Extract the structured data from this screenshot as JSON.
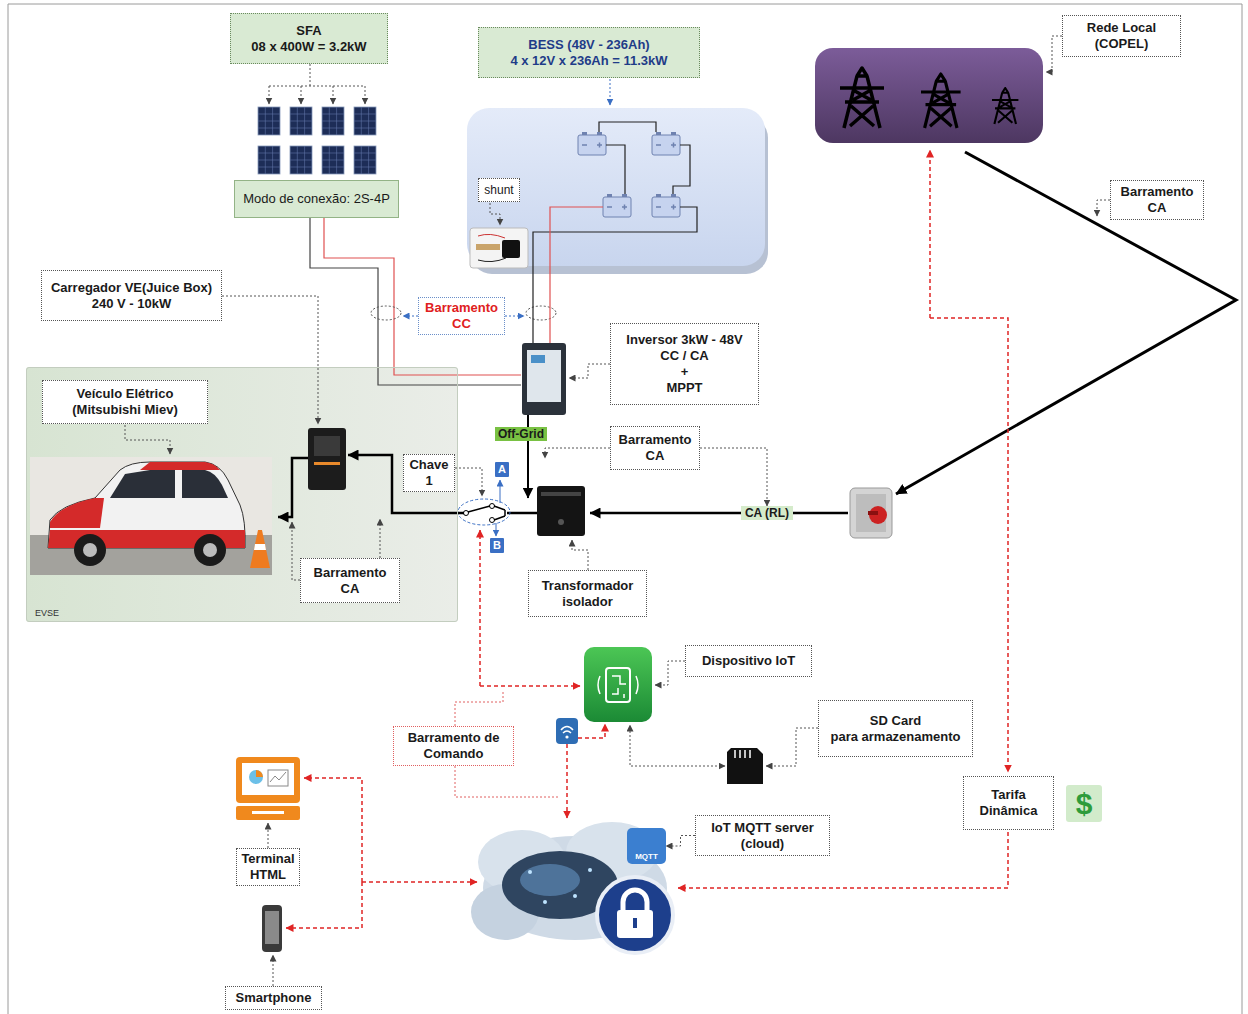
{
  "diagram": {
    "nodes": [
      {
        "text": [
          "SFA",
          "08 x 400W = 3.2kW"
        ]
      },
      {
        "text": [
          "Rede Local (COPEL)"
        ]
      },
      {
        "text": [
          "BESS (48V - 236Ah)",
          "4 x 12V x 236Ah = 11.3kW"
        ]
      },
      {
        "text": [
          "shunt"
        ]
      },
      {
        "text": [
          "Modo de conexão: 2S-4P"
        ]
      },
      {
        "text": [
          "Barramento CA"
        ]
      },
      {
        "text": [
          "Carregador VE(Juice Box)",
          "240 V - 10kW"
        ]
      },
      {
        "text": [
          "Barramento CC"
        ]
      },
      {
        "text": [
          "Inversor 3kW - 48V",
          "CC / CA",
          "+",
          "MPPT"
        ]
      },
      {
        "text": [
          "EVSE"
        ]
      },
      {
        "text": [
          "Veículo Elétrico (Mitsubishi Miev)"
        ],
        "in": 9
      },
      {
        "text": [
          "Off-Grid"
        ]
      },
      {
        "text": [
          "Barramento CA"
        ]
      },
      {
        "text": [
          "Chave 1"
        ]
      },
      {
        "text": [
          "A"
        ]
      },
      {
        "text": [
          "CA (RL)"
        ]
      },
      {
        "text": [
          "B"
        ]
      },
      {
        "text": [
          "Barramento CA"
        ],
        "in": 9
      },
      {
        "text": [
          "Transformador isolador"
        ]
      },
      {
        "text": [
          "Dispositivo IoT"
        ]
      },
      {
        "text": [
          "SD Card",
          "para armazenamento"
        ]
      },
      {
        "text": [
          "Barramento de Comando"
        ]
      },
      {
        "text": [
          "Tarifa Dinâmica"
        ]
      },
      {
        "text": [
          "$"
        ]
      },
      {
        "text": [
          "IoT MQTT server (cloud)"
        ]
      },
      {
        "text": [
          "MQTT"
        ]
      },
      {
        "text": [
          "Terminal HTML"
        ]
      },
      {
        "text": [
          "Smartphone"
        ]
      }
    ],
    "edges": [
      {
        "from": 12,
        "to": 15,
        "arrow": "to"
      },
      {
        "from": 24,
        "to": 25,
        "arrow": "to"
      }
    ]
  }
}
